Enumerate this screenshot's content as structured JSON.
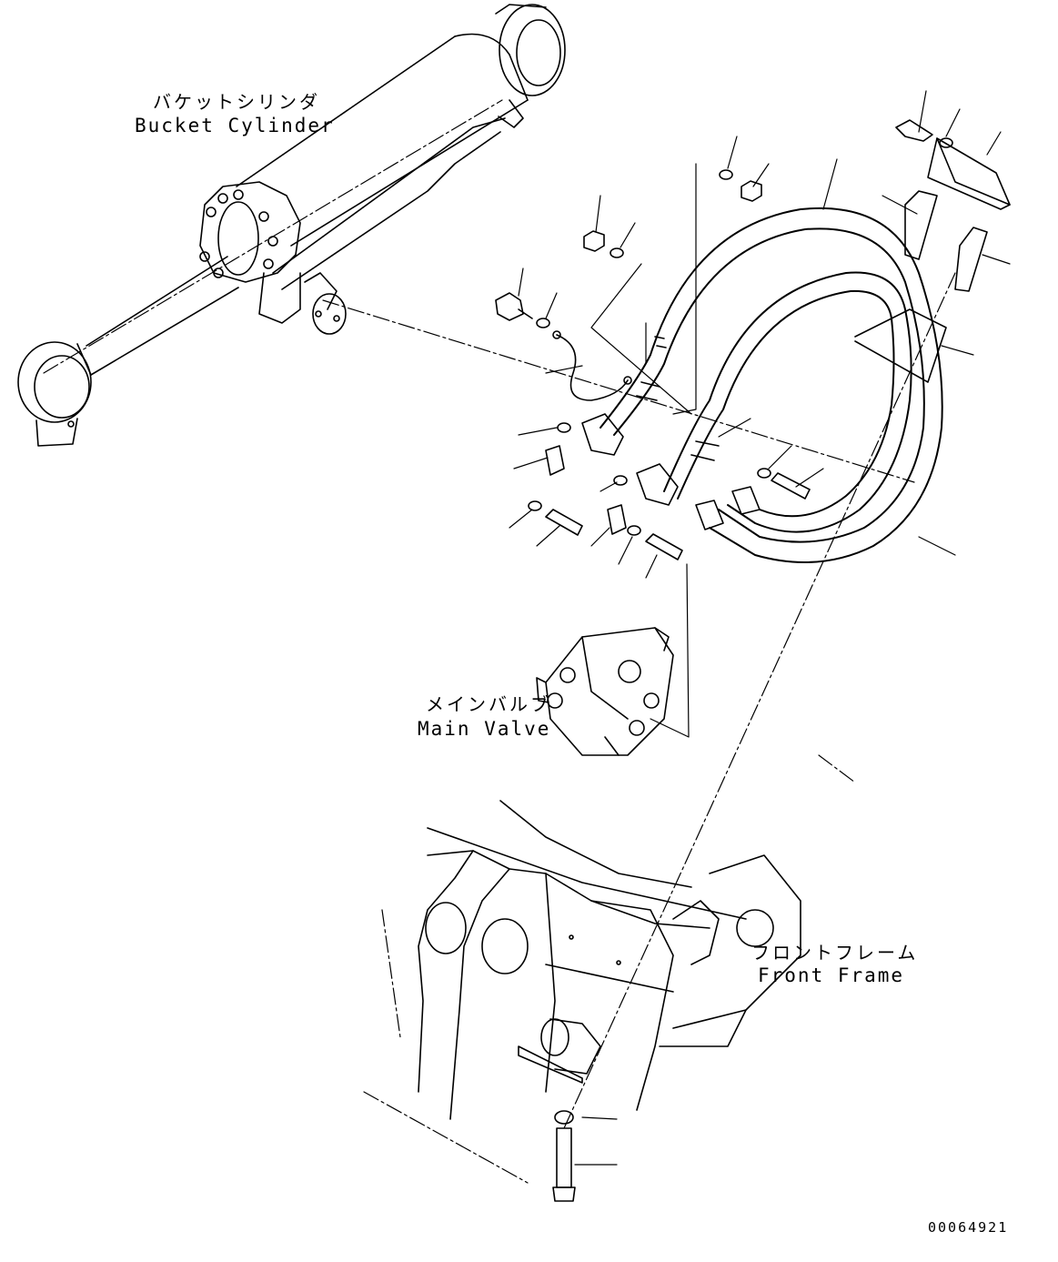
{
  "labels": {
    "bucket_cylinder_jp": "バケットシリンダ",
    "bucket_cylinder_en": "Bucket Cylinder",
    "main_valve_jp": "メインバルブ",
    "main_valve_en": "Main Valve",
    "front_frame_jp": "フロントフレーム",
    "front_frame_en": "Front Frame",
    "drawing_code": "00064921"
  }
}
